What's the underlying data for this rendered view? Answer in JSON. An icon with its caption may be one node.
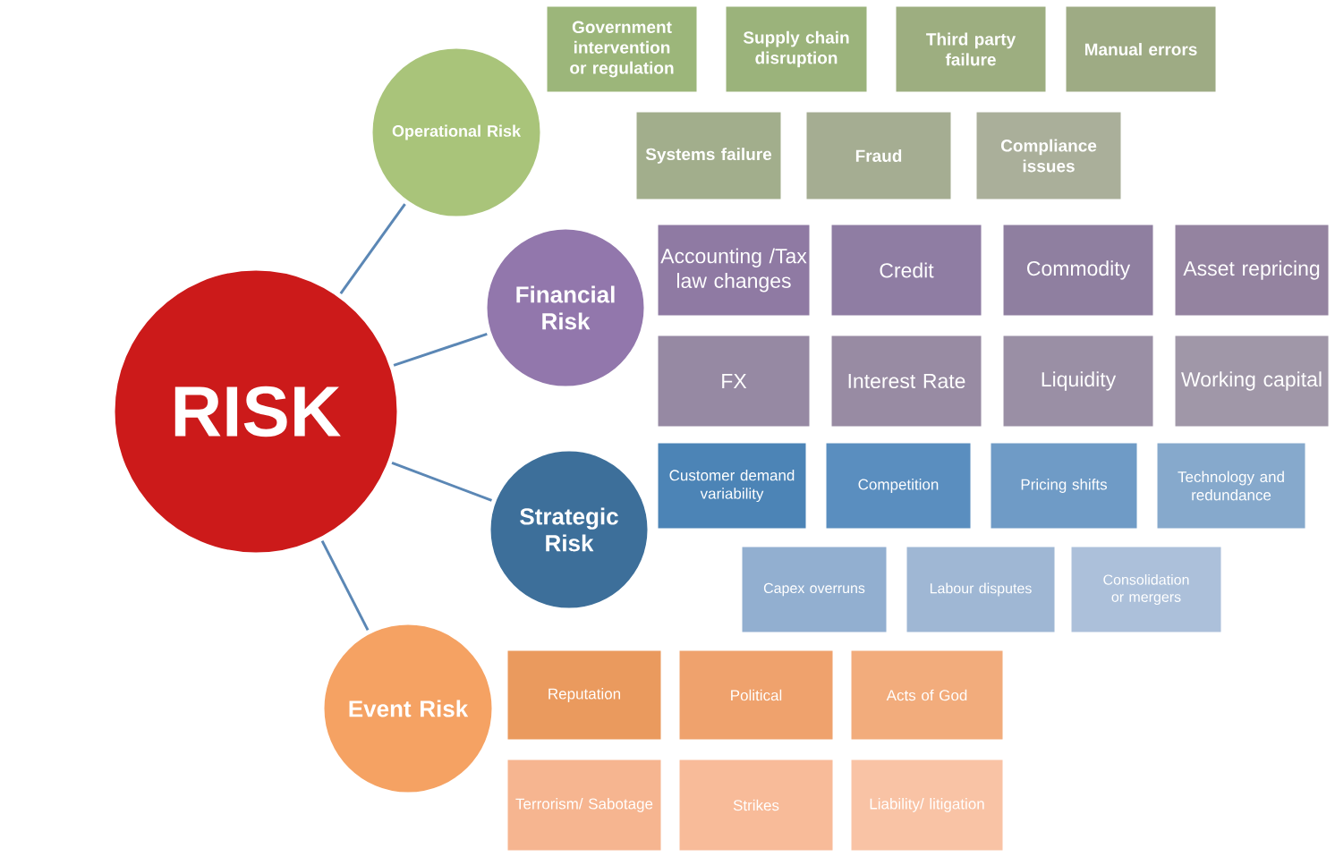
{
  "diagram": {
    "nodes": [
      {
        "text": [
          "RISK"
        ]
      },
      {
        "text": [
          "Operational Risk"
        ]
      },
      {
        "text": [
          "Government intervention or regulation"
        ]
      },
      {
        "text": [
          "Supply chain disruption"
        ]
      },
      {
        "text": [
          "Third party failure"
        ]
      },
      {
        "text": [
          "Manual errors"
        ]
      },
      {
        "text": [
          "Systems failure"
        ]
      },
      {
        "text": [
          "Fraud"
        ]
      },
      {
        "text": [
          "Compliance issues"
        ]
      },
      {
        "text": [
          "Financial Risk"
        ]
      },
      {
        "text": [
          "Accounting /Tax law changes"
        ]
      },
      {
        "text": [
          "Credit"
        ]
      },
      {
        "text": [
          "Commodity"
        ]
      },
      {
        "text": [
          "Asset repricing"
        ]
      },
      {
        "text": [
          "FX"
        ]
      },
      {
        "text": [
          "Interest Rate"
        ]
      },
      {
        "text": [
          "Liquidity"
        ]
      },
      {
        "text": [
          "Working capital"
        ]
      },
      {
        "text": [
          "Strategic Risk"
        ]
      },
      {
        "text": [
          "Customer demand variability"
        ]
      },
      {
        "text": [
          "Competition"
        ]
      },
      {
        "text": [
          "Pricing shifts"
        ]
      },
      {
        "text": [
          "Technology and redundance"
        ]
      },
      {
        "text": [
          "Capex overruns"
        ]
      },
      {
        "text": [
          "Labour disputes"
        ]
      },
      {
        "text": [
          "Consolidation or mergers"
        ]
      },
      {
        "text": [
          "Event Risk"
        ]
      },
      {
        "text": [
          "Reputation"
        ]
      },
      {
        "text": [
          "Political"
        ]
      },
      {
        "text": [
          "Acts of God"
        ]
      },
      {
        "text": [
          "Terrorism/ Sabotage"
        ]
      },
      {
        "text": [
          "Strikes"
        ]
      },
      {
        "text": [
          "Liability/ litigation"
        ]
      }
    ],
    "edges": [
      {
        "from": 0,
        "to": 1,
        "arrow": "none"
      },
      {
        "from": 0,
        "to": 9,
        "arrow": "none"
      },
      {
        "from": 0,
        "to": 18,
        "arrow": "none"
      },
      {
        "from": 0,
        "to": 26,
        "arrow": "none"
      }
    ]
  }
}
